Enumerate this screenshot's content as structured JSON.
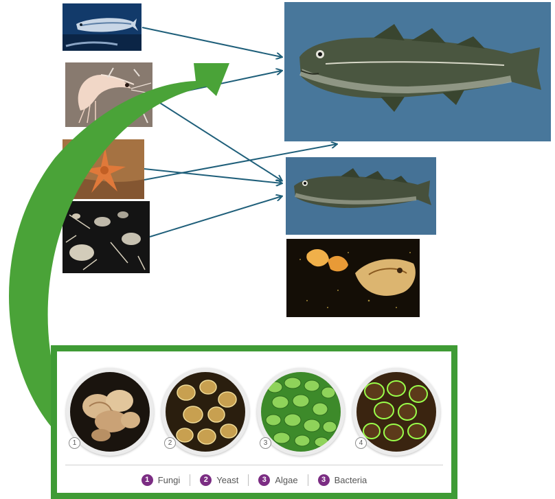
{
  "panel": {
    "circles": [
      {
        "number": "1",
        "name": "fungi-icon"
      },
      {
        "number": "2",
        "name": "yeast-icon"
      },
      {
        "number": "3",
        "name": "algae-icon"
      },
      {
        "number": "4",
        "name": "bacteria-icon"
      }
    ],
    "legend": [
      {
        "number": "1",
        "label": "Fungi"
      },
      {
        "number": "2",
        "label": "Yeast"
      },
      {
        "number": "3",
        "label": "Algae"
      },
      {
        "number": "3",
        "label": "Bacteria"
      }
    ]
  },
  "colors": {
    "panel_border": "#3f9b35",
    "big_arrow": "#4aa338",
    "food_web_arrows": "#1f5f7a",
    "badge": "#7b2d83"
  }
}
